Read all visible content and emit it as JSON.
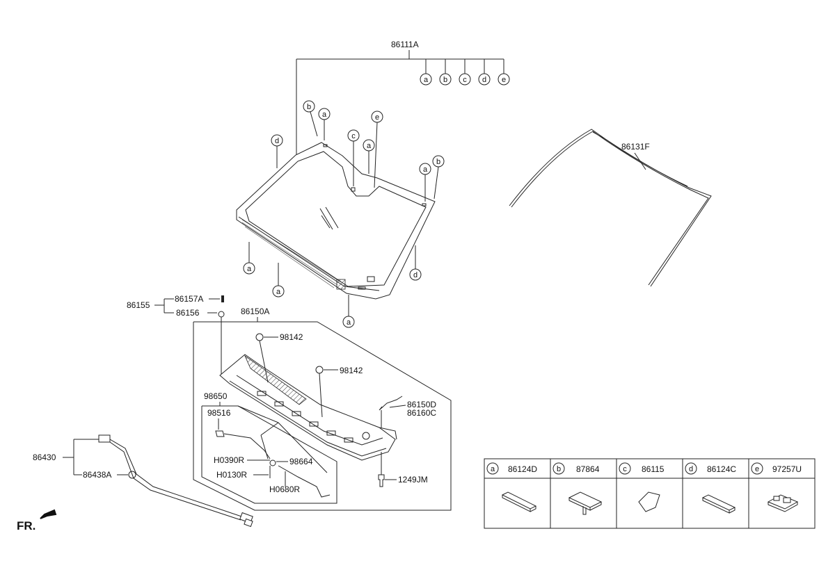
{
  "windshield": {
    "part_no": "86111A",
    "sub_letters": [
      "a",
      "b",
      "c",
      "d",
      "e"
    ]
  },
  "molding": {
    "part_no": "86131F"
  },
  "cowl": {
    "group_no": "86155",
    "top_no": "86157A",
    "bottom_no": "86156",
    "panel_no": "86150A",
    "clip_a": "98142",
    "clip_b": "98142",
    "seal_d": "86150D",
    "seal_c": "86160C",
    "bolt": "1249JM"
  },
  "washer": {
    "group_no": "98650",
    "nozzle": "98516",
    "hose_r": "H0390R",
    "hose_130": "H0130R",
    "hose_680": "H0680R",
    "joint": "98664"
  },
  "harness": {
    "group_no": "86430",
    "clip": "86438A"
  },
  "front_marker": "FR.",
  "legend": [
    {
      "letter": "a",
      "part": "86124D"
    },
    {
      "letter": "b",
      "part": "87864"
    },
    {
      "letter": "c",
      "part": "86115"
    },
    {
      "letter": "d",
      "part": "86124C"
    },
    {
      "letter": "e",
      "part": "97257U"
    }
  ]
}
